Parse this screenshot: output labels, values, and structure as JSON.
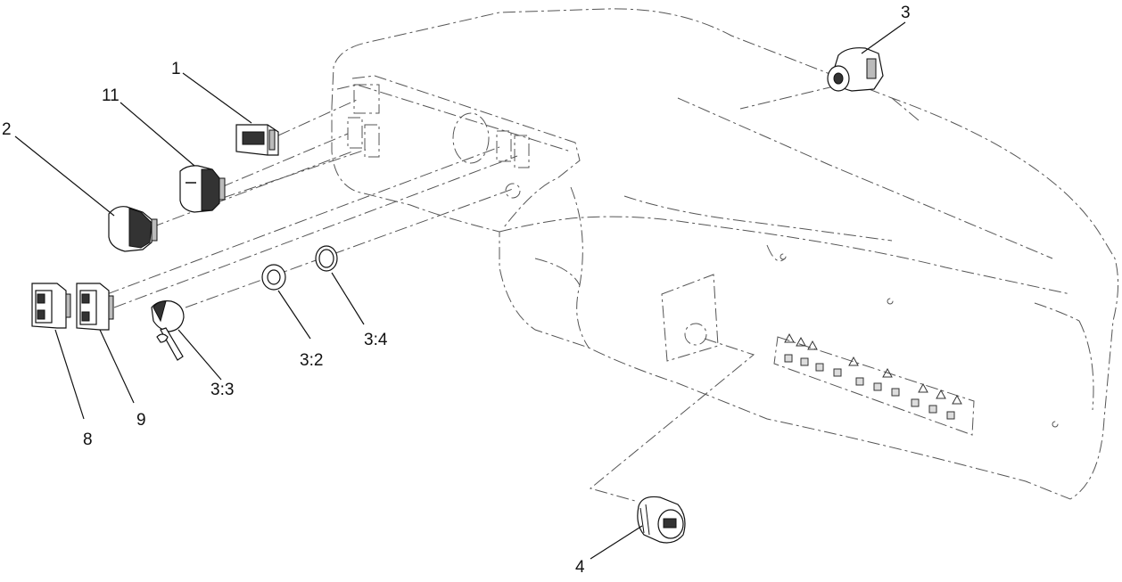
{
  "callouts": {
    "c1": "1",
    "c11": "11",
    "c2": "2",
    "c3": "3",
    "c4": "4",
    "c8": "8",
    "c9": "9",
    "c3_2": "3:2",
    "c3_3": "3:3",
    "c3_4": "3:4"
  },
  "colors": {
    "line": "#111111",
    "dashed_outline": "#555555",
    "background": "#ffffff"
  }
}
